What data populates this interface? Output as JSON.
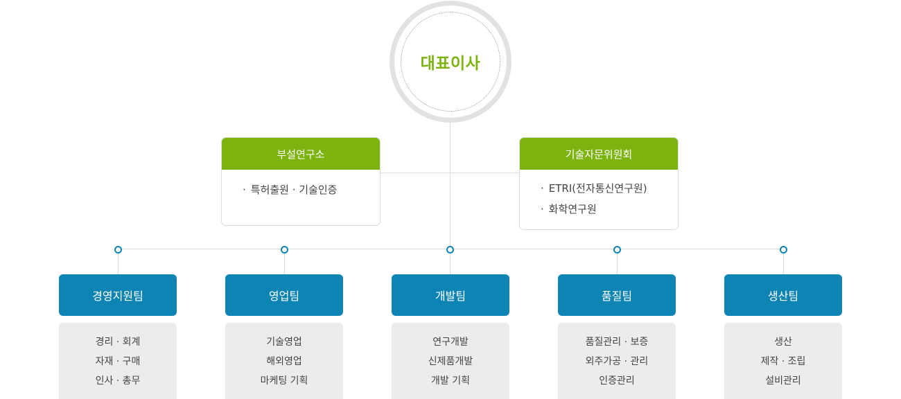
{
  "ceo": {
    "label": "대표이사"
  },
  "aux_units": [
    {
      "title": "부설연구소",
      "items": [
        "특허출원 · 기술인증"
      ]
    },
    {
      "title": "기술자문위원회",
      "items": [
        "ETRI(전자통신연구원)",
        "화학연구원"
      ]
    }
  ],
  "teams": [
    {
      "name": "경영지원팀",
      "duties": [
        "경리 · 회계",
        "자재 · 구매",
        "인사 · 총무"
      ]
    },
    {
      "name": "영업팀",
      "duties": [
        "기술영업",
        "해외영업",
        "마케팅 기획"
      ]
    },
    {
      "name": "개발팀",
      "duties": [
        "연구개발",
        "신제품개발",
        "개발 기획"
      ]
    },
    {
      "name": "품질팀",
      "duties": [
        "품질관리 · 보증",
        "외주가공 · 관리",
        "인증관리"
      ]
    },
    {
      "name": "생산팀",
      "duties": [
        "생산",
        "제작 · 조립",
        "설비관리"
      ]
    }
  ],
  "colors": {
    "ceo_text": "#7cb30f",
    "aux_header": "#7cb30f",
    "team_header": "#0e84b4",
    "connector": "#d9d9d9"
  }
}
